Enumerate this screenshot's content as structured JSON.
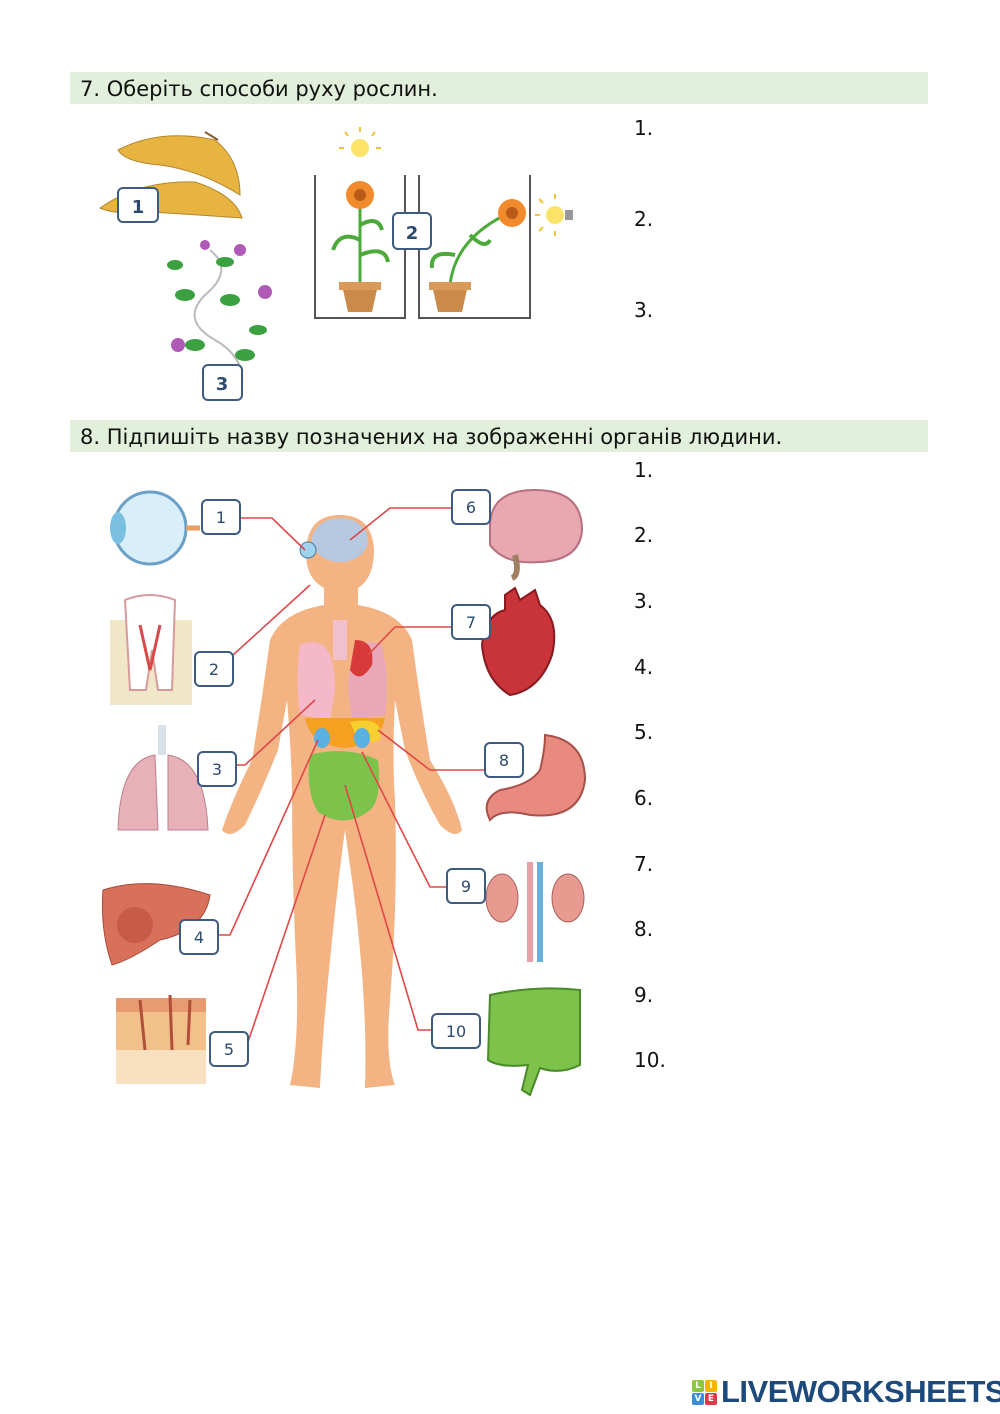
{
  "task7": {
    "title": "7. Оберіть способи руху рослин.",
    "image_labels": [
      "1",
      "2",
      "3"
    ],
    "answers": [
      "1.",
      "2.",
      "3."
    ]
  },
  "task8": {
    "title": "8. Підпишіть назву позначених на зображенні органів людини.",
    "image_labels": [
      "1",
      "2",
      "3",
      "4",
      "5",
      "6",
      "7",
      "8",
      "9",
      "10"
    ],
    "answers": [
      "1.",
      "2.",
      "3.",
      "4.",
      "5.",
      "6.",
      "7.",
      "8.",
      "9.",
      "10."
    ]
  },
  "colors": {
    "band": "#e2efda",
    "leader_line": "#e04848",
    "label_border": "#3d5a80"
  },
  "logo": {
    "text": "LIVEWORKSHEETS",
    "tiles": [
      "L",
      "I",
      "V",
      "E"
    ]
  }
}
